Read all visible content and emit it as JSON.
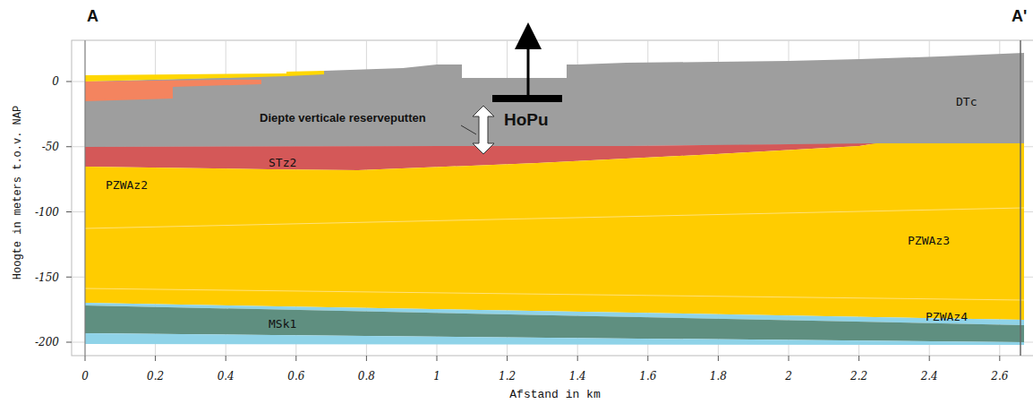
{
  "diagram": {
    "nodes": [
      {
        "text": [
          "DTc"
        ]
      },
      {
        "text": [
          "STz2"
        ]
      },
      {
        "text": [
          "PZWAz2"
        ]
      },
      {
        "text": [
          "PZWAz3"
        ]
      },
      {
        "text": [
          "PZWAz4"
        ]
      },
      {
        "text": [
          "MSk1"
        ]
      }
    ],
    "labels": [
      "A",
      "A'",
      "Hoogte in meters t.o.v. NAP",
      "Afstand in km",
      "0",
      "-50",
      "-100",
      "-150",
      "-200",
      "0",
      "0.2",
      "0.4",
      "0.6",
      "0.8",
      "1",
      "1.2",
      "1.4",
      "1.6",
      "1.8",
      "2",
      "2.2",
      "2.4",
      "2.6",
      "Diepte verticale reserveputten",
      "HoPu"
    ]
  }
}
